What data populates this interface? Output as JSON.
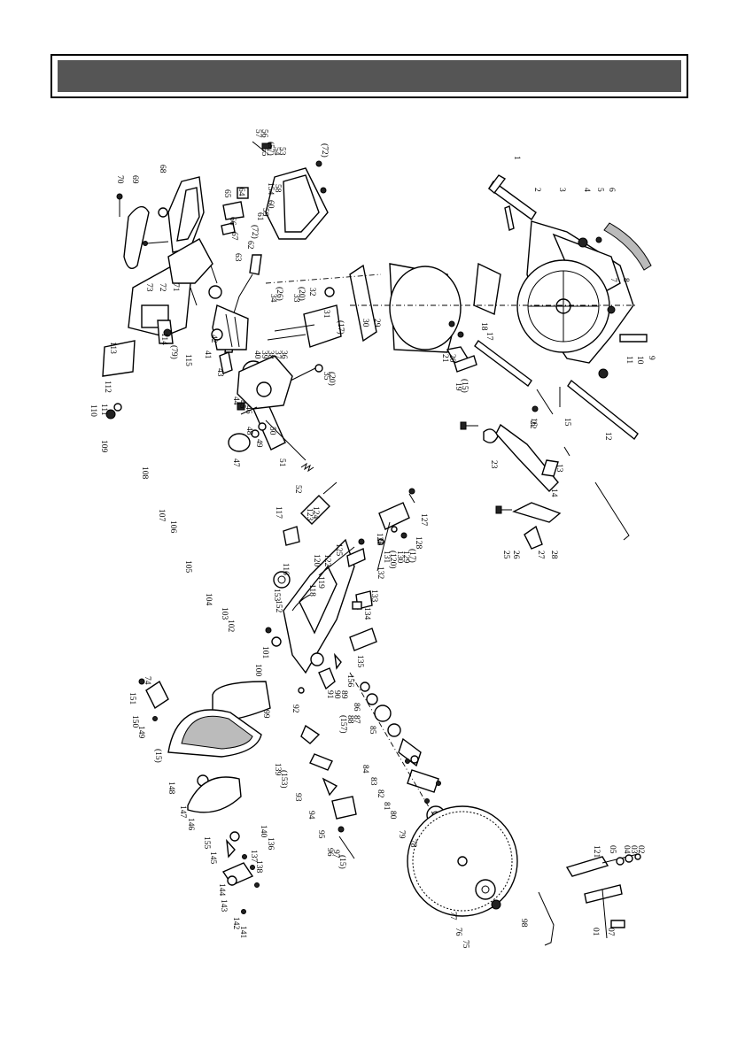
{
  "header": {
    "bar_color": "#555555",
    "frame_color": "#000000"
  },
  "labels": [
    {
      "id": "l57",
      "text": "57"
    },
    {
      "id": "l56",
      "text": "56"
    },
    {
      "id": "l55",
      "text": "55"
    },
    {
      "id": "l57b",
      "text": "(57)"
    },
    {
      "id": "l54",
      "text": "54"
    },
    {
      "id": "l53",
      "text": "53"
    },
    {
      "id": "l72a",
      "text": "(72)"
    },
    {
      "id": "l154",
      "text": "154"
    },
    {
      "id": "l58",
      "text": "58"
    },
    {
      "id": "l60",
      "text": "60"
    },
    {
      "id": "l59",
      "text": "59"
    },
    {
      "id": "l61",
      "text": "61"
    },
    {
      "id": "l72b",
      "text": "(72)"
    },
    {
      "id": "l64",
      "text": "64"
    },
    {
      "id": "l65",
      "text": "65"
    },
    {
      "id": "l66",
      "text": "66"
    },
    {
      "id": "l67",
      "text": "67"
    },
    {
      "id": "l62",
      "text": "62"
    },
    {
      "id": "l63",
      "text": "63"
    },
    {
      "id": "l70",
      "text": "70"
    },
    {
      "id": "l69",
      "text": "69"
    },
    {
      "id": "l68",
      "text": "68"
    },
    {
      "id": "l73",
      "text": "73"
    },
    {
      "id": "l72",
      "text": "72"
    },
    {
      "id": "l71",
      "text": "71"
    },
    {
      "id": "l34",
      "text": "34"
    },
    {
      "id": "l26a",
      "text": "(26)"
    },
    {
      "id": "l33",
      "text": "33"
    },
    {
      "id": "l20a",
      "text": "(20)"
    },
    {
      "id": "l32",
      "text": "32"
    },
    {
      "id": "l31",
      "text": "31"
    },
    {
      "id": "l17a",
      "text": "(17)"
    },
    {
      "id": "l30",
      "text": "30"
    },
    {
      "id": "l29",
      "text": "29"
    },
    {
      "id": "l18",
      "text": "18"
    },
    {
      "id": "l17",
      "text": "17"
    },
    {
      "id": "l1",
      "text": "1"
    },
    {
      "id": "l2",
      "text": "2"
    },
    {
      "id": "l3",
      "text": "3"
    },
    {
      "id": "l4",
      "text": "4"
    },
    {
      "id": "l5",
      "text": "5"
    },
    {
      "id": "l6",
      "text": "6"
    },
    {
      "id": "l7",
      "text": "7"
    },
    {
      "id": "l8",
      "text": "8"
    },
    {
      "id": "l9",
      "text": "9"
    },
    {
      "id": "l10",
      "text": "10"
    },
    {
      "id": "l11",
      "text": "11"
    },
    {
      "id": "l21",
      "text": "21"
    },
    {
      "id": "l20",
      "text": "20"
    },
    {
      "id": "l19",
      "text": "19"
    },
    {
      "id": "l15a",
      "text": "(15)"
    },
    {
      "id": "l16",
      "text": "16"
    },
    {
      "id": "l15",
      "text": "15"
    },
    {
      "id": "l22",
      "text": "22"
    },
    {
      "id": "l23",
      "text": "23"
    },
    {
      "id": "l13",
      "text": "13"
    },
    {
      "id": "l12",
      "text": "12"
    },
    {
      "id": "l14",
      "text": "14"
    },
    {
      "id": "l25",
      "text": "25"
    },
    {
      "id": "l26",
      "text": "26"
    },
    {
      "id": "l27",
      "text": "27"
    },
    {
      "id": "l28",
      "text": "28"
    },
    {
      "id": "l113",
      "text": "113"
    },
    {
      "id": "l112",
      "text": "112"
    },
    {
      "id": "l114",
      "text": "114"
    },
    {
      "id": "l79a",
      "text": "(79)"
    },
    {
      "id": "l115",
      "text": "115"
    },
    {
      "id": "l110",
      "text": "110"
    },
    {
      "id": "l111",
      "text": "111"
    },
    {
      "id": "l109",
      "text": "109"
    },
    {
      "id": "l108",
      "text": "108"
    },
    {
      "id": "l107",
      "text": "107"
    },
    {
      "id": "l106",
      "text": "106"
    },
    {
      "id": "l105",
      "text": "105"
    },
    {
      "id": "l104",
      "text": "104"
    },
    {
      "id": "l103",
      "text": "103"
    },
    {
      "id": "l102",
      "text": "102"
    },
    {
      "id": "l41",
      "text": "41"
    },
    {
      "id": "l42",
      "text": "42"
    },
    {
      "id": "l43",
      "text": "43"
    },
    {
      "id": "l40",
      "text": "40"
    },
    {
      "id": "l39",
      "text": "39"
    },
    {
      "id": "l38",
      "text": "38"
    },
    {
      "id": "l37",
      "text": "37"
    },
    {
      "id": "l36",
      "text": "36"
    },
    {
      "id": "l35",
      "text": "35"
    },
    {
      "id": "l20b",
      "text": "(20)"
    },
    {
      "id": "l44",
      "text": "44"
    },
    {
      "id": "l45",
      "text": "45"
    },
    {
      "id": "l46",
      "text": "46"
    },
    {
      "id": "l48",
      "text": "48"
    },
    {
      "id": "l49",
      "text": "49"
    },
    {
      "id": "l50",
      "text": "50"
    },
    {
      "id": "l47",
      "text": "47"
    },
    {
      "id": "l51",
      "text": "51"
    },
    {
      "id": "l52",
      "text": "52"
    },
    {
      "id": "l117",
      "text": "117"
    },
    {
      "id": "l123",
      "text": "123"
    },
    {
      "id": "l124",
      "text": "124"
    },
    {
      "id": "l116",
      "text": "116"
    },
    {
      "id": "l153",
      "text": "153"
    },
    {
      "id": "l152",
      "text": "152"
    },
    {
      "id": "l120",
      "text": "120"
    },
    {
      "id": "l122",
      "text": "122"
    },
    {
      "id": "l119",
      "text": "119"
    },
    {
      "id": "l118",
      "text": "118"
    },
    {
      "id": "l125",
      "text": "125"
    },
    {
      "id": "l126",
      "text": "126"
    },
    {
      "id": "l127",
      "text": "127"
    },
    {
      "id": "l128",
      "text": "128"
    },
    {
      "id": "l17b",
      "text": "(17)"
    },
    {
      "id": "l129",
      "text": "129"
    },
    {
      "id": "l130",
      "text": "130"
    },
    {
      "id": "l120b",
      "text": "(120)"
    },
    {
      "id": "l131",
      "text": "131"
    },
    {
      "id": "l132",
      "text": "132"
    },
    {
      "id": "l133",
      "text": "133"
    },
    {
      "id": "l134",
      "text": "134"
    },
    {
      "id": "l135",
      "text": "135"
    },
    {
      "id": "l101",
      "text": "101"
    },
    {
      "id": "l100",
      "text": "100"
    },
    {
      "id": "l99",
      "text": "99"
    },
    {
      "id": "l92",
      "text": "92"
    },
    {
      "id": "l91",
      "text": "91"
    },
    {
      "id": "l90",
      "text": "90"
    },
    {
      "id": "l89",
      "text": "89"
    },
    {
      "id": "l157",
      "text": "(157)"
    },
    {
      "id": "l88",
      "text": "88"
    },
    {
      "id": "l87",
      "text": "87"
    },
    {
      "id": "l156",
      "text": "156"
    },
    {
      "id": "l86",
      "text": "86"
    },
    {
      "id": "l85",
      "text": "85"
    },
    {
      "id": "l84",
      "text": "84"
    },
    {
      "id": "l83",
      "text": "83"
    },
    {
      "id": "l82",
      "text": "82"
    },
    {
      "id": "l81",
      "text": "81"
    },
    {
      "id": "l80",
      "text": "80"
    },
    {
      "id": "l79",
      "text": "79"
    },
    {
      "id": "l78",
      "text": "78"
    },
    {
      "id": "l77",
      "text": "77"
    },
    {
      "id": "l76",
      "text": "76"
    },
    {
      "id": "l75",
      "text": "75"
    },
    {
      "id": "l74",
      "text": "74"
    },
    {
      "id": "l151",
      "text": "151"
    },
    {
      "id": "l150",
      "text": "150"
    },
    {
      "id": "l149",
      "text": "149"
    },
    {
      "id": "l15b",
      "text": "(15)"
    },
    {
      "id": "l148",
      "text": "148"
    },
    {
      "id": "l147",
      "text": "147"
    },
    {
      "id": "l146",
      "text": "146"
    },
    {
      "id": "l155",
      "text": "155"
    },
    {
      "id": "l145",
      "text": "145"
    },
    {
      "id": "l144",
      "text": "144"
    },
    {
      "id": "l143",
      "text": "143"
    },
    {
      "id": "l142",
      "text": "142"
    },
    {
      "id": "l141",
      "text": "141"
    },
    {
      "id": "l140",
      "text": "140"
    },
    {
      "id": "l136",
      "text": "136"
    },
    {
      "id": "l137",
      "text": "137"
    },
    {
      "id": "l138",
      "text": "138"
    },
    {
      "id": "l139",
      "text": "139"
    },
    {
      "id": "l153b",
      "text": "(153)"
    },
    {
      "id": "l93",
      "text": "93"
    },
    {
      "id": "l94",
      "text": "94"
    },
    {
      "id": "l95",
      "text": "95"
    },
    {
      "id": "l96",
      "text": "96"
    },
    {
      "id": "l97",
      "text": "97"
    },
    {
      "id": "l15c",
      "text": "(15)"
    },
    {
      "id": "l98",
      "text": "98"
    },
    {
      "id": "l121",
      "text": "121"
    },
    {
      "id": "l05",
      "text": "05"
    },
    {
      "id": "l04",
      "text": "04"
    },
    {
      "id": "l03",
      "text": "03"
    },
    {
      "id": "l02",
      "text": "02"
    },
    {
      "id": "l01",
      "text": "01"
    },
    {
      "id": "l07",
      "text": "07"
    },
    {
      "id": "l06",
      "text": "06"
    }
  ]
}
